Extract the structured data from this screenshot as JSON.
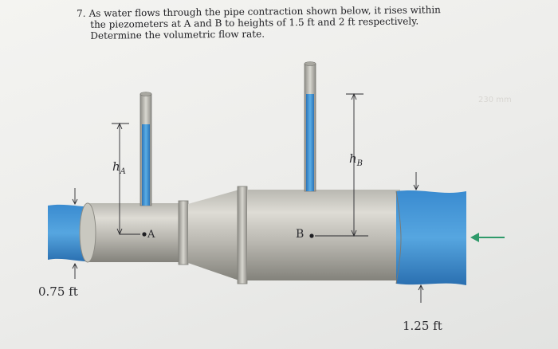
{
  "problem": {
    "number": "7.",
    "lines": [
      "As water flows through the pipe contraction shown below, it rises within",
      "the piezometers at A and B to heights of 1.5 ft and 2 ft respectively.",
      "Determine the volumetric flow rate."
    ]
  },
  "figure": {
    "label_hA": "h",
    "label_hA_sub": "A",
    "label_hB": "h",
    "label_hB_sub": "B",
    "point_A": "A",
    "point_B": "B",
    "dim_left": "0.75 ft",
    "dim_right": "1.25 ft",
    "corner_stamp": "230 mm"
  },
  "colors": {
    "water": "#3b8fd0",
    "water_dark": "#2a6fae",
    "pipe_light": "#d2d0c8",
    "pipe_dark": "#8a8982",
    "arrow": "#2f9a6a"
  }
}
